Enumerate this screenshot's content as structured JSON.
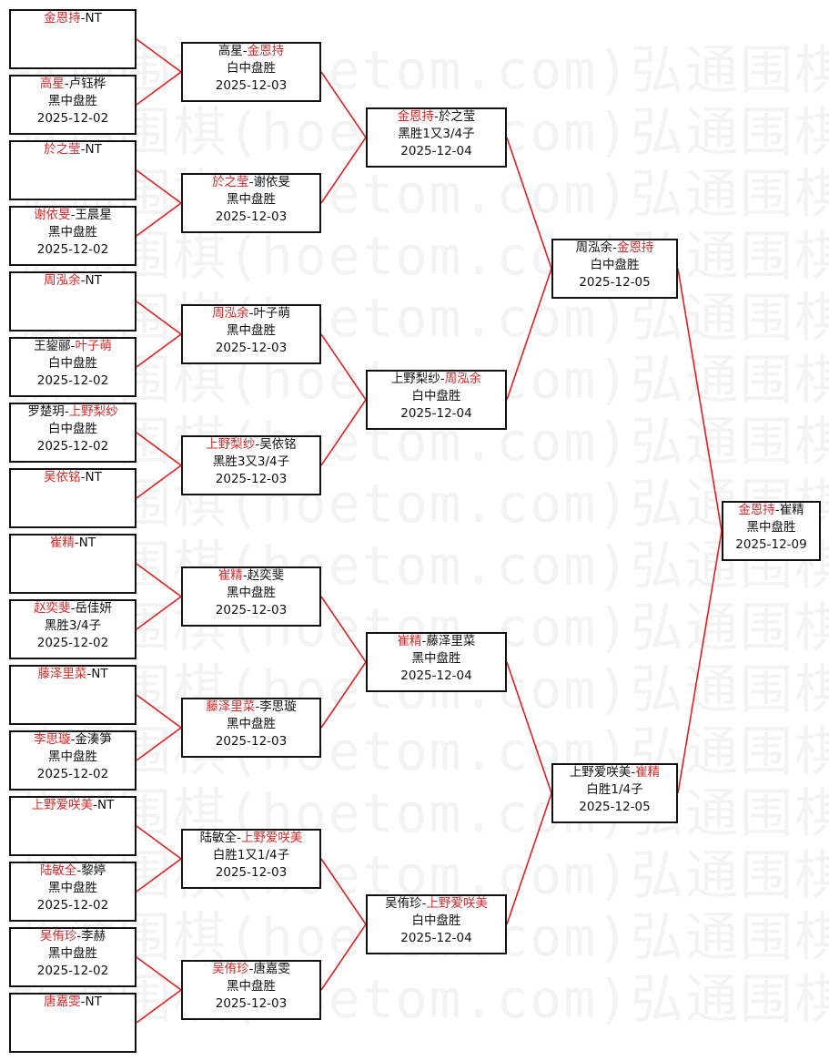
{
  "watermark": "弘通围棋(hoetom.com)弘通围棋(hoetom.com)",
  "colors": {
    "winner": "#d42a2a",
    "connector": "#e02020",
    "border": "#111111"
  },
  "round1": [
    {
      "p1": "金恩持",
      "p2": "NT",
      "winner": 1,
      "result": "",
      "date": ""
    },
    {
      "p1": "高星",
      "p2": "卢钰桦",
      "winner": 1,
      "result": "黑中盘胜",
      "date": "2025-12-02"
    },
    {
      "p1": "於之莹",
      "p2": "NT",
      "winner": 1,
      "result": "",
      "date": ""
    },
    {
      "p1": "谢依旻",
      "p2": "王晨星",
      "winner": 1,
      "result": "黑中盘胜",
      "date": "2025-12-02"
    },
    {
      "p1": "周泓余",
      "p2": "NT",
      "winner": 1,
      "result": "",
      "date": ""
    },
    {
      "p1": "王鋆郦",
      "p2": "叶子萌",
      "winner": 2,
      "result": "白中盘胜",
      "date": "2025-12-02"
    },
    {
      "p1": "罗楚玥",
      "p2": "上野梨纱",
      "winner": 2,
      "result": "白中盘胜",
      "date": "2025-12-02"
    },
    {
      "p1": "吴依铭",
      "p2": "NT",
      "winner": 1,
      "result": "",
      "date": ""
    },
    {
      "p1": "崔精",
      "p2": "NT",
      "winner": 1,
      "result": "",
      "date": ""
    },
    {
      "p1": "赵奕斐",
      "p2": "岳佳妍",
      "winner": 1,
      "result": "黑胜3/4子",
      "date": "2025-12-02"
    },
    {
      "p1": "藤泽里菜",
      "p2": "NT",
      "winner": 1,
      "result": "",
      "date": ""
    },
    {
      "p1": "李思璇",
      "p2": "金湊笋",
      "winner": 1,
      "result": "黑中盘胜",
      "date": "2025-12-02"
    },
    {
      "p1": "上野爱咲美",
      "p2": "NT",
      "winner": 1,
      "result": "",
      "date": ""
    },
    {
      "p1": "陆敏全",
      "p2": "黎婷",
      "winner": 1,
      "result": "黑中盘胜",
      "date": "2025-12-02"
    },
    {
      "p1": "吴侑珍",
      "p2": "李赫",
      "winner": 1,
      "result": "黑中盘胜",
      "date": "2025-12-02"
    },
    {
      "p1": "唐嘉雯",
      "p2": "NT",
      "winner": 1,
      "result": "",
      "date": ""
    }
  ],
  "round2": [
    {
      "p1": "高星",
      "p2": "金恩持",
      "winner": 2,
      "result": "白中盘胜",
      "date": "2025-12-03"
    },
    {
      "p1": "於之莹",
      "p2": "谢依旻",
      "winner": 1,
      "result": "黑中盘胜",
      "date": "2025-12-03"
    },
    {
      "p1": "周泓余",
      "p2": "叶子萌",
      "winner": 1,
      "result": "黑中盘胜",
      "date": "2025-12-03"
    },
    {
      "p1": "上野梨纱",
      "p2": "吴依铭",
      "winner": 1,
      "result": "黑胜3又3/4子",
      "date": "2025-12-03"
    },
    {
      "p1": "崔精",
      "p2": "赵奕斐",
      "winner": 1,
      "result": "黑中盘胜",
      "date": "2025-12-03"
    },
    {
      "p1": "藤泽里菜",
      "p2": "李思璇",
      "winner": 1,
      "result": "黑中盘胜",
      "date": "2025-12-03"
    },
    {
      "p1": "陆敏全",
      "p2": "上野爱咲美",
      "winner": 2,
      "result": "白胜1又1/4子",
      "date": "2025-12-03"
    },
    {
      "p1": "吴侑珍",
      "p2": "唐嘉雯",
      "winner": 1,
      "result": "黑中盘胜",
      "date": "2025-12-03"
    }
  ],
  "round3": [
    {
      "p1": "金恩持",
      "p2": "於之莹",
      "winner": 1,
      "result": "黑胜1又3/4子",
      "date": "2025-12-04"
    },
    {
      "p1": "上野梨纱",
      "p2": "周泓余",
      "winner": 2,
      "result": "白中盘胜",
      "date": "2025-12-04"
    },
    {
      "p1": "崔精",
      "p2": "藤泽里菜",
      "winner": 1,
      "result": "黑中盘胜",
      "date": "2025-12-04"
    },
    {
      "p1": "吴侑珍",
      "p2": "上野爱咲美",
      "winner": 2,
      "result": "白中盘胜",
      "date": "2025-12-04"
    }
  ],
  "round4": [
    {
      "p1": "周泓余",
      "p2": "金恩持",
      "winner": 2,
      "result": "白中盘胜",
      "date": "2025-12-05"
    },
    {
      "p1": "上野爱咲美",
      "p2": "崔精",
      "winner": 2,
      "result": "白胜1/4子",
      "date": "2025-12-05"
    }
  ],
  "final": [
    {
      "p1": "金恩持",
      "p2": "崔精",
      "winner": 1,
      "result": "黑中盘胜",
      "date": "2025-12-09"
    }
  ]
}
